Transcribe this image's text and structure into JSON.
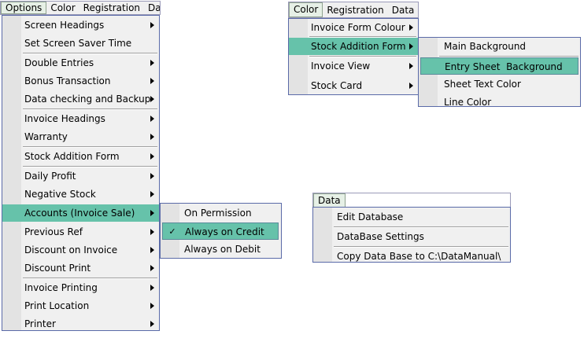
{
  "menubar1": {
    "options": "Options",
    "color": "Color",
    "registration": "Registration",
    "data": "Da"
  },
  "options_menu": {
    "items": [
      "Screen Headings",
      "Set Screen Saver Time",
      "Double Entries",
      "Bonus Transaction",
      "Data checking and Backup",
      "Invoice Headings",
      "Warranty",
      "Stock Addition Form",
      "Daily Profit",
      "Negative Stock",
      "Accounts (Invoice Sale)",
      "Previous Ref",
      "Discount on Invoice",
      "Discount Print",
      "Invoice Printing",
      "Print Location",
      "Printer"
    ]
  },
  "accounts_submenu": {
    "items": [
      "On Permission",
      "Always on Credit",
      "Always on Debit"
    ],
    "checked": "Always on Credit",
    "check_glyph": "✓"
  },
  "menubar2": {
    "color": "Color",
    "registration": "Registration",
    "data": "Data"
  },
  "color_menu": {
    "items": [
      "Invoice Form Colour",
      "Stock Addition Form",
      "Invoice View",
      "Stock Card"
    ]
  },
  "stock_addition_submenu": {
    "items": [
      "Main Background",
      "Entry Sheet  Background",
      "Sheet Text Color",
      "Line Color"
    ]
  },
  "menubar3": {
    "data": "Data"
  },
  "data_menu": {
    "items": [
      "Edit Database",
      "DataBase Settings",
      "Copy Data Base to C:\\DataManual\\"
    ]
  },
  "colors": {
    "highlight": "#66c2aa",
    "menu_bg": "#f0f0f0",
    "border": "#5a6aa8"
  }
}
